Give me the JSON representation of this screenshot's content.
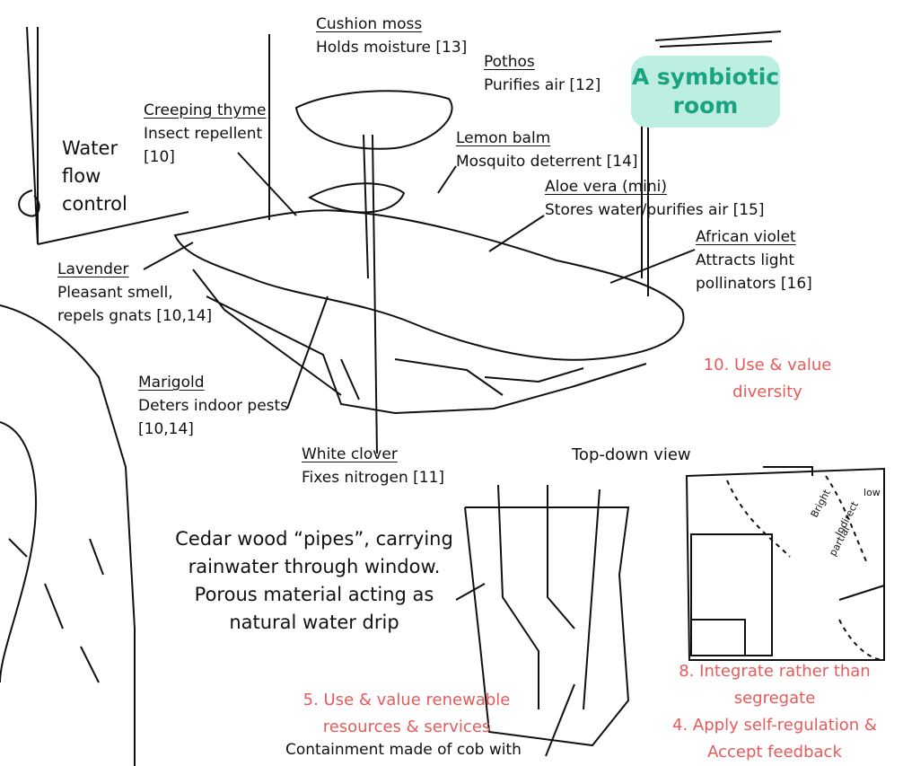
{
  "title": "A symbiotic room",
  "side_note": {
    "line1": "Water",
    "line2": "flow",
    "line3": "control"
  },
  "plants": [
    {
      "name": "Cushion moss",
      "desc": "Holds moisture [13]"
    },
    {
      "name": "Pothos",
      "desc": "Purifies air [12]"
    },
    {
      "name": "Creeping thyme",
      "desc": "Insect repellent",
      "desc2": "[10]"
    },
    {
      "name": "Lemon balm",
      "desc": "Mosquito deterrent [14]"
    },
    {
      "name": "Aloe vera (mini)",
      "desc": "Stores water/purifies air [15]"
    },
    {
      "name": "African violet",
      "desc": "Attracts light",
      "desc2": "pollinators [16]"
    },
    {
      "name": "Lavender",
      "desc": "Pleasant smell,",
      "desc2": "repels gnats [10,14]"
    },
    {
      "name": "Marigold",
      "desc": "Deters indoor pests",
      "desc2": "[10,14]"
    },
    {
      "name": "White clover",
      "desc": "Fixes nitrogen [11]"
    }
  ],
  "principles": {
    "p10_line1": "10. Use & value",
    "p10_line2": "diversity",
    "p8_line1": "8. Integrate rather than",
    "p8_line2": "segregate",
    "p4_line1": "4. Apply self-regulation &",
    "p4_line2": "Accept feedback",
    "p5_line1": "5. Use & value renewable",
    "p5_line2": "resources & services"
  },
  "topdown": {
    "label": "Top-down view",
    "label_bright": "Bright",
    "label_indirect": "Indirect",
    "label_partial": "partial",
    "label_low": "low"
  },
  "pipes_note": {
    "line1": "Cedar wood “pipes”, carrying",
    "line2": "rainwater through window.",
    "line3": "Porous material acting as",
    "line4": "natural water drip"
  },
  "containment_note": "Containment made of cob with",
  "colors": {
    "principle": "#e85a5a",
    "badge_bg": "#bdeee2",
    "badge_text": "#1aa380",
    "ink": "#111111"
  }
}
